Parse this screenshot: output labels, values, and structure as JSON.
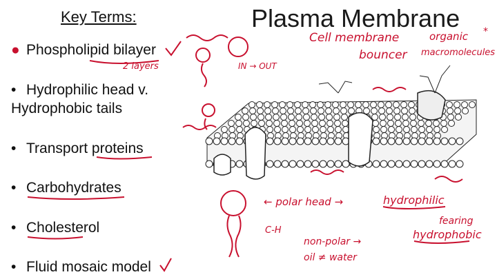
{
  "slide": {
    "title": "Plasma Membrane",
    "key_terms_heading": "Key Terms:",
    "bullet_symbol": "•",
    "terms": [
      "Phospholipid bilayer",
      "Hydrophilic head v.",
      "Hydrophobic tails",
      "Transport proteins",
      "Carbohydrates",
      "Cholesterol",
      "Fluid mosaic model"
    ]
  },
  "annotations": {
    "two_layers": "2 layers",
    "in_out": "IN → OUT",
    "cell_membrane": "Cell membrane",
    "bouncer": "bouncer",
    "organic": "organic",
    "macromolecules": "macromolecules",
    "polar_head": "← polar head →",
    "hydrophilic": "hydrophilic",
    "nonpolar": "non-polar →",
    "oil_water": "oil ≠ water",
    "hydrophobic": "hydrophobic",
    "fearing": "fearing",
    "ch": "C-H"
  },
  "colors": {
    "ink": "#c8102e",
    "text": "#111111"
  }
}
